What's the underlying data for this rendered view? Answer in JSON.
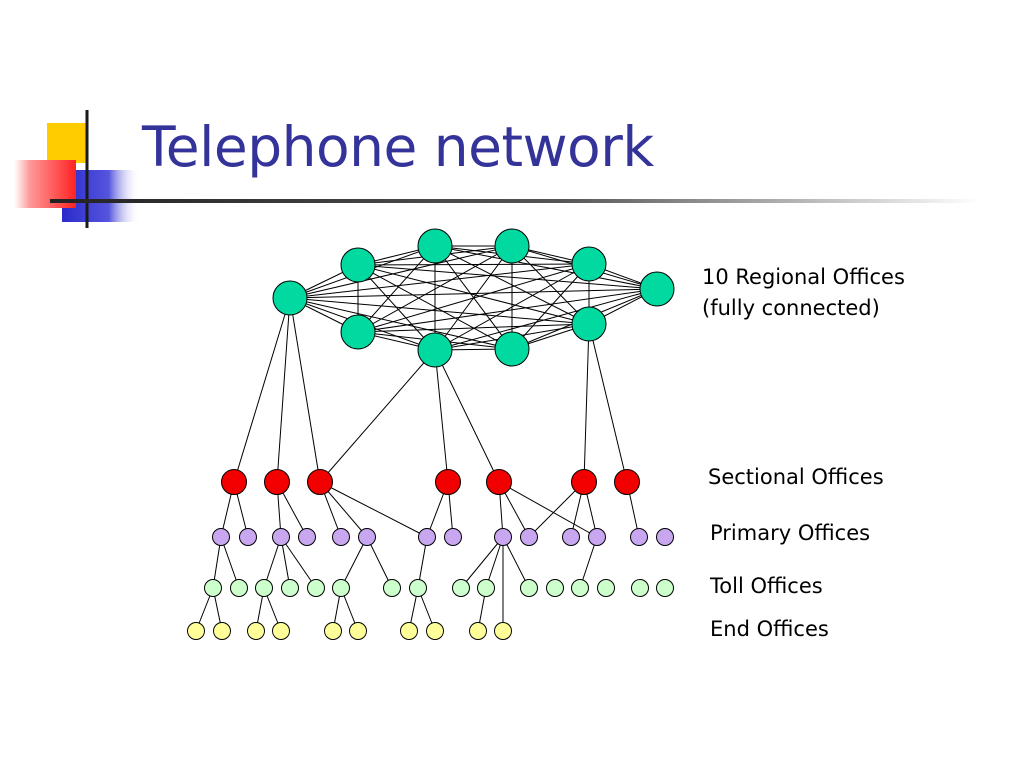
{
  "slide": {
    "title": "Telephone network"
  },
  "labels": {
    "regional_line1": "10 Regional Offices",
    "regional_line2": "(fully connected)",
    "sectional": "Sectional Offices",
    "primary": "Primary Offices",
    "toll": "Toll Offices",
    "end": "End Offices"
  },
  "colors": {
    "title": "#333399",
    "regional": "#00D9A0",
    "sectional": "#F20000",
    "primary": "#C9A6F0",
    "toll": "#CCFFCC",
    "end": "#FFFF99",
    "deco_yellow": "#FFCC00",
    "deco_red": "#FF3333",
    "deco_blue": "#3333CC"
  }
}
